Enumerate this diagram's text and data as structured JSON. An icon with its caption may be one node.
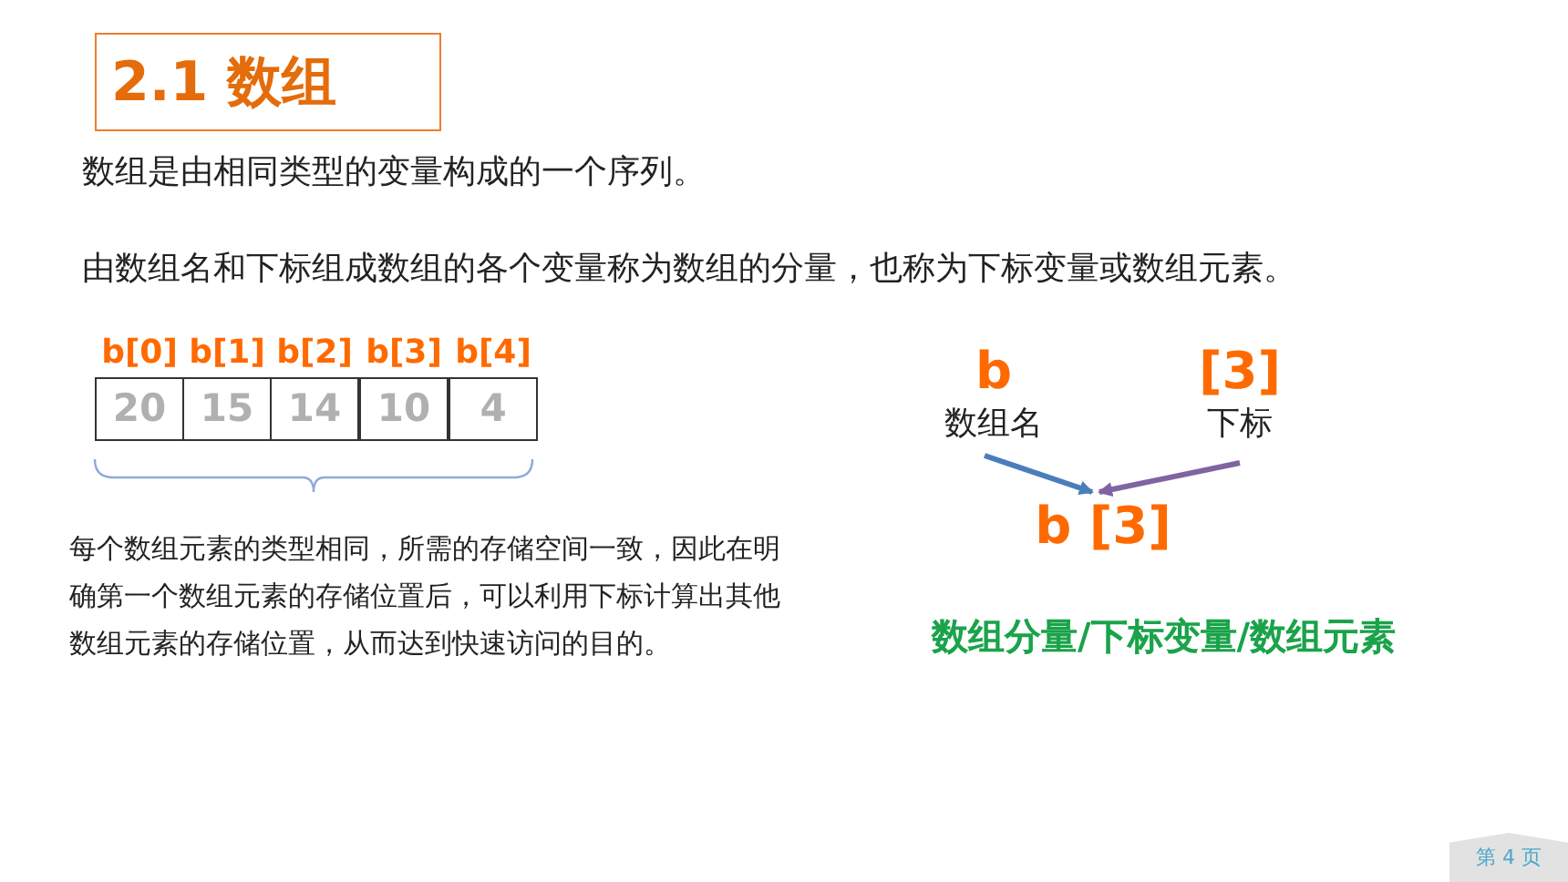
{
  "diagram": {
    "title": "2.1 数组",
    "nodes": [
      {
        "text": [
          "b",
          "数组名"
        ]
      },
      {
        "text": [
          "[3]",
          "下标"
        ]
      },
      {
        "text": [
          "b [3]"
        ]
      },
      {
        "text": [
          "20"
        ],
        "beside": [
          "b[0]"
        ]
      },
      {
        "text": [
          "15"
        ],
        "beside": [
          "b[1]"
        ]
      },
      {
        "text": [
          "14"
        ],
        "beside": [
          "b[2]"
        ]
      },
      {
        "text": [
          "10"
        ],
        "beside": [
          "b[3]"
        ]
      },
      {
        "text": [
          "4"
        ],
        "beside": [
          "b[4]"
        ]
      },
      {
        "text": [
          "第 4 页"
        ]
      }
    ],
    "edges": [
      {
        "from": 0,
        "to": 2,
        "arrow": "to",
        "color": "#4a7ebb"
      },
      {
        "from": 1,
        "to": 2,
        "arrow": "to",
        "color": "#8064a2"
      }
    ],
    "labels": [
      "数组是由相同类型的变量构成的一个序列。",
      "由数组名和下标组成数组的各个变量称为数组的分量，也称为下标变量或数组元素。",
      "每个数组元素的类型相同，所需的存储空间一致，因此在明确第一个数组元素的存储位置后，可以利用下标计算出其他数组元素的存储位置，从而达到快速访问的目的。",
      "数组分量/下标变量/数组元素"
    ]
  }
}
